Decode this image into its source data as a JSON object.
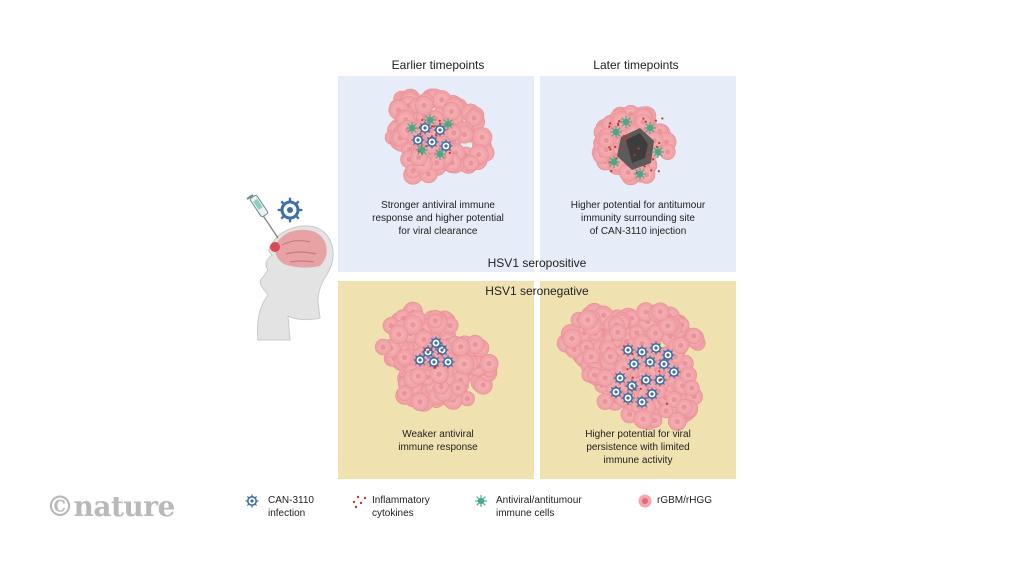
{
  "columns": {
    "early": "Earlier timepoints",
    "late": "Later timepoints"
  },
  "rows": {
    "positive": "HSV1 seropositive",
    "negative": "HSV1 seronegative"
  },
  "captions": {
    "pos_early": [
      "Stronger antiviral immune",
      "response and higher potential",
      "for viral clearance"
    ],
    "pos_late": [
      "Higher potential for antitumour",
      "immunity surrounding site",
      "of CAN-3110 injection"
    ],
    "neg_early": [
      "Weaker antiviral",
      "immune response"
    ],
    "neg_late": [
      "Higher potential for viral",
      "persistence with limited",
      "immune activity"
    ]
  },
  "legend": [
    {
      "icon": "virus-icon",
      "lines": [
        "CAN-3110",
        "infection"
      ]
    },
    {
      "icon": "cytokines-icon",
      "lines": [
        "Inflammatory",
        "cytokines"
      ]
    },
    {
      "icon": "immune-cell-icon",
      "lines": [
        "Antiviral/antitumour",
        "immune cells"
      ]
    },
    {
      "icon": "tumour-cell-icon",
      "lines": [
        "rGBM/rHGG"
      ]
    }
  ],
  "logo": "©nature",
  "colors": {
    "seropositive_panel": "#e6edf8",
    "seronegative_panel": "#efe2b0",
    "tumour": "#f2a9ad",
    "tumour_nucleus": "#e06b76",
    "virus": "#3f6fa7",
    "immune_cell": "#4aa886",
    "cytokine": "#c0392b",
    "logo": "#b9b9b9"
  }
}
